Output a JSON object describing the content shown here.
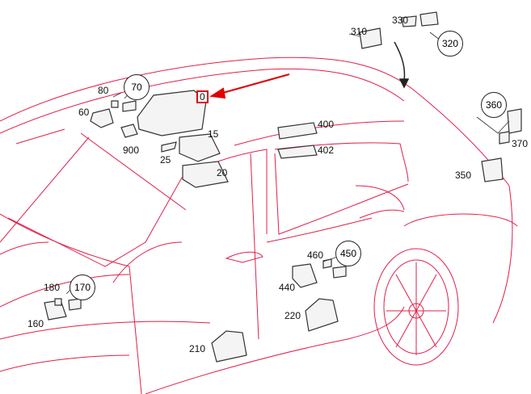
{
  "diagram": {
    "highlighted_part": "0",
    "colors": {
      "outline": "#e0204a",
      "arrow": "#e00000",
      "part": "#333333"
    },
    "callouts": [
      {
        "id": "310",
        "circled": false
      },
      {
        "id": "330",
        "circled": false
      },
      {
        "id": "320",
        "circled": true
      },
      {
        "id": "80",
        "circled": false
      },
      {
        "id": "70",
        "circled": true
      },
      {
        "id": "60",
        "circled": false
      },
      {
        "id": "900",
        "circled": false
      },
      {
        "id": "25",
        "circled": false
      },
      {
        "id": "15",
        "circled": false
      },
      {
        "id": "20",
        "circled": false
      },
      {
        "id": "400",
        "circled": false
      },
      {
        "id": "402",
        "circled": false
      },
      {
        "id": "360",
        "circled": true
      },
      {
        "id": "370",
        "circled": false
      },
      {
        "id": "350",
        "circled": false
      },
      {
        "id": "460",
        "circled": false
      },
      {
        "id": "450",
        "circled": true
      },
      {
        "id": "440",
        "circled": false
      },
      {
        "id": "220",
        "circled": false
      },
      {
        "id": "210",
        "circled": false
      },
      {
        "id": "180",
        "circled": false
      },
      {
        "id": "170",
        "circled": true
      },
      {
        "id": "160",
        "circled": false
      }
    ]
  }
}
